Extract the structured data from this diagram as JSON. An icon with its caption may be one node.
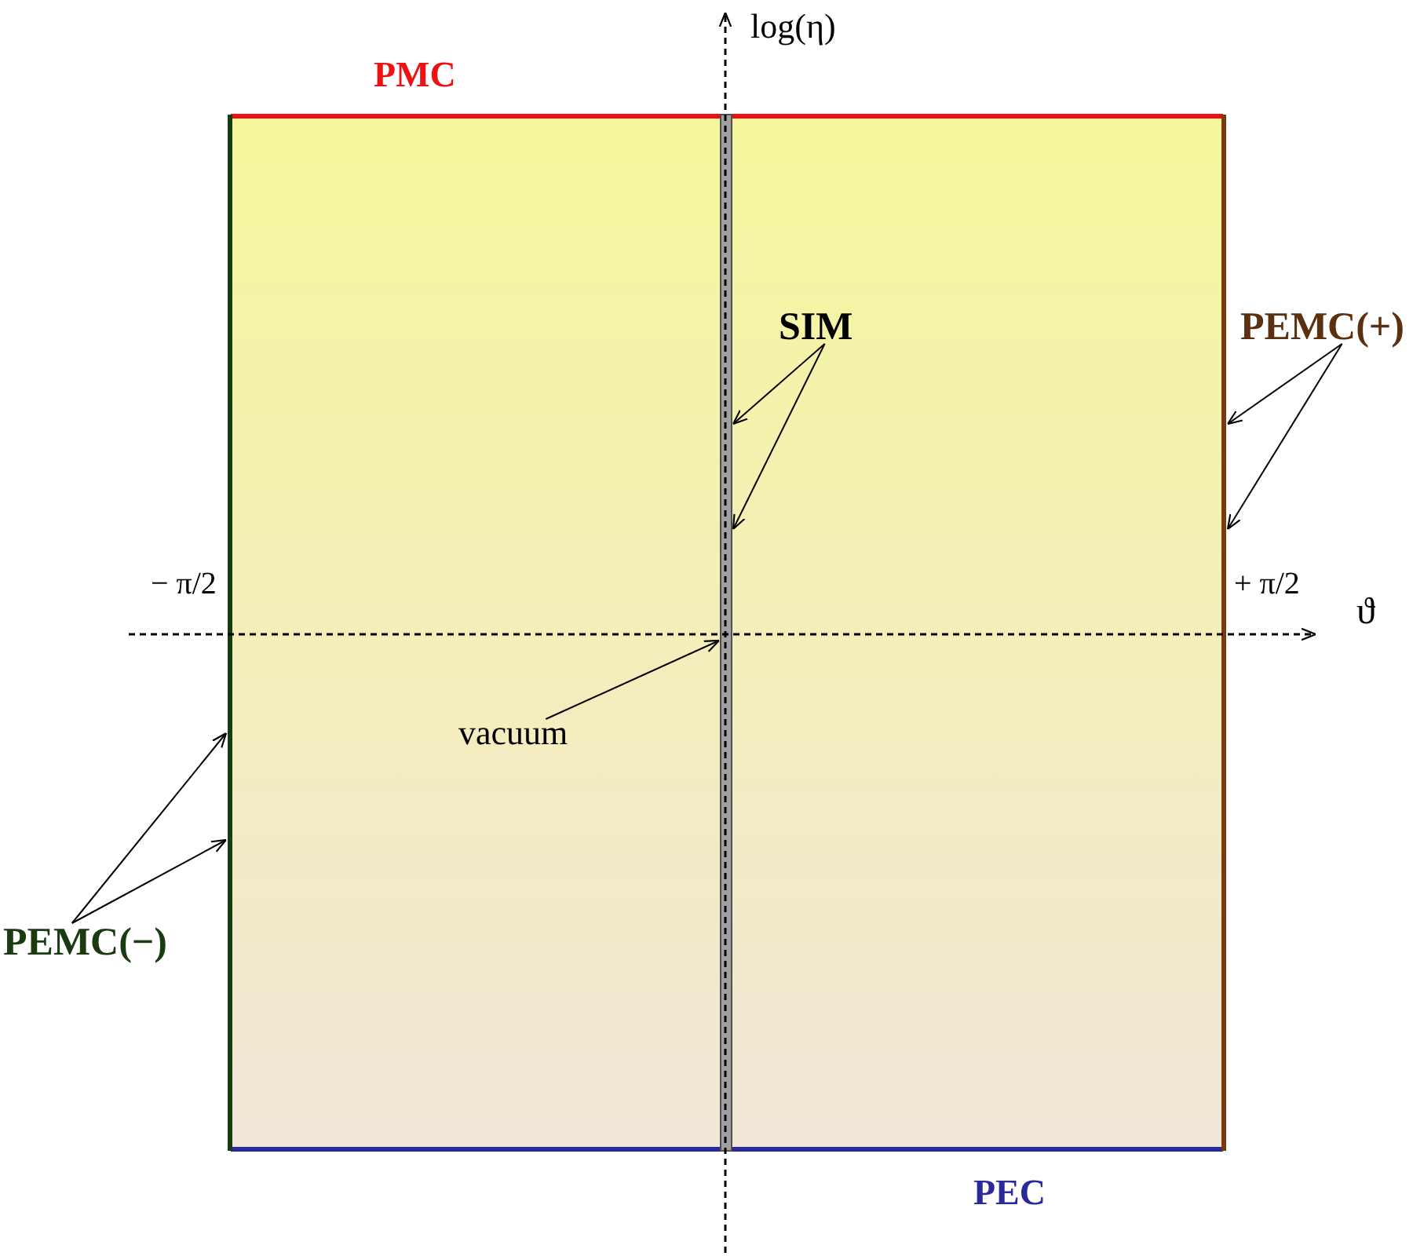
{
  "diagram": {
    "nodes": [
      {
        "text": [
          "SIM"
        ]
      },
      {
        "text": [
          "PEMC(+)"
        ]
      },
      {
        "text": [
          "vacuum"
        ]
      },
      {
        "text": [
          "PEMC(−)"
        ]
      },
      {
        "text": [],
        "shape": "bar"
      },
      {
        "text": [],
        "shape": "bar"
      },
      {
        "text": [],
        "shape": "bar"
      }
    ],
    "edges": [
      {
        "from": 0,
        "to": 5,
        "arrow": "to"
      },
      {
        "from": 0,
        "to": 5,
        "arrow": "to"
      },
      {
        "from": 1,
        "to": 6,
        "arrow": "to"
      },
      {
        "from": 1,
        "to": 6,
        "arrow": "to"
      },
      {
        "from": 2,
        "to": 5,
        "arrow": "to"
      },
      {
        "from": 3,
        "to": 4,
        "arrow": "to"
      },
      {
        "from": 3,
        "to": 4,
        "arrow": "to"
      }
    ],
    "labels": [
      "log(η)",
      "PMC",
      "− π/2",
      "+ π/2",
      "ϑ",
      "PEC"
    ]
  }
}
